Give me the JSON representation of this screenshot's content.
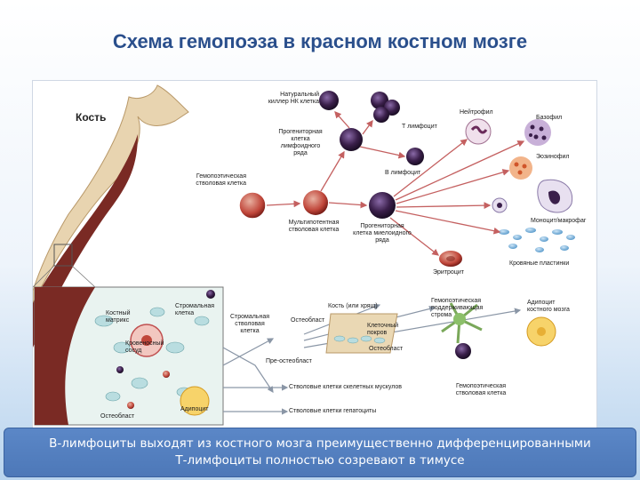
{
  "title": "Схема гемопоэза в красном костном мозге",
  "figure": {
    "bone": "Кость",
    "nk": "Натуральный киллер НК клетка",
    "lymph_progenitor": "Прогениторная клетка лимфоидного ряда",
    "t_lymph": "Т лимфоцит",
    "b_lymph": "В лимфоцит",
    "hsc": "Гемопоэтическая стволовая клетка",
    "multipotent": "Мультипотентная стволовая клетка",
    "myeloid_progenitor": "Прогениторная клетка миелоидного ряда",
    "neutrophil": "Нейтрофил",
    "basophil": "Базофил",
    "eosinophil": "Эозинофил",
    "monocyte": "Моноцит/макрофаг",
    "platelets": "Кровяные пластинки",
    "erythrocyte": "Эритроцит",
    "bone_matrix": "Костный матрикс",
    "stromal_inset": "Стромальная клетка",
    "blood_vessel": "Кровеносный сосуд",
    "osteoblast_inset": "Остеобласт",
    "adipocyte_inset": "Адипоцит",
    "stromal_stem": "Стромальная стволовая клетка",
    "bone_or_cartilage": "Кость (или хрящ)",
    "osteoblast1": "Остеобласт",
    "cell_layer": "Клеточный покров",
    "osteoblast2": "Остеобласт",
    "pre_osteoblast": "Пре-остеобласт",
    "hsc_support_stroma": "Гемопоэтическая поддерживающая строма",
    "adipocyte_marrow": "Адипоцит костного мозга",
    "hsc2": "Гемопоэтическая стволовая клетка",
    "skeletal_muscle_stem": "Стволовые клетки скелетных мускулов",
    "hepatocyte_stem": "Стволовые клетки гепатоциты"
  },
  "caption": {
    "line1": "В-лимфоциты выходят из костного мозга преимущественно дифференцированными",
    "line2": "Т-лимфоциты полностью созревают в тимусе"
  },
  "colors": {
    "title": "#2a4f8c",
    "caption_bg": "#5b87c7",
    "bone": "#7a2a24",
    "cell": "#3a1f4a"
  }
}
